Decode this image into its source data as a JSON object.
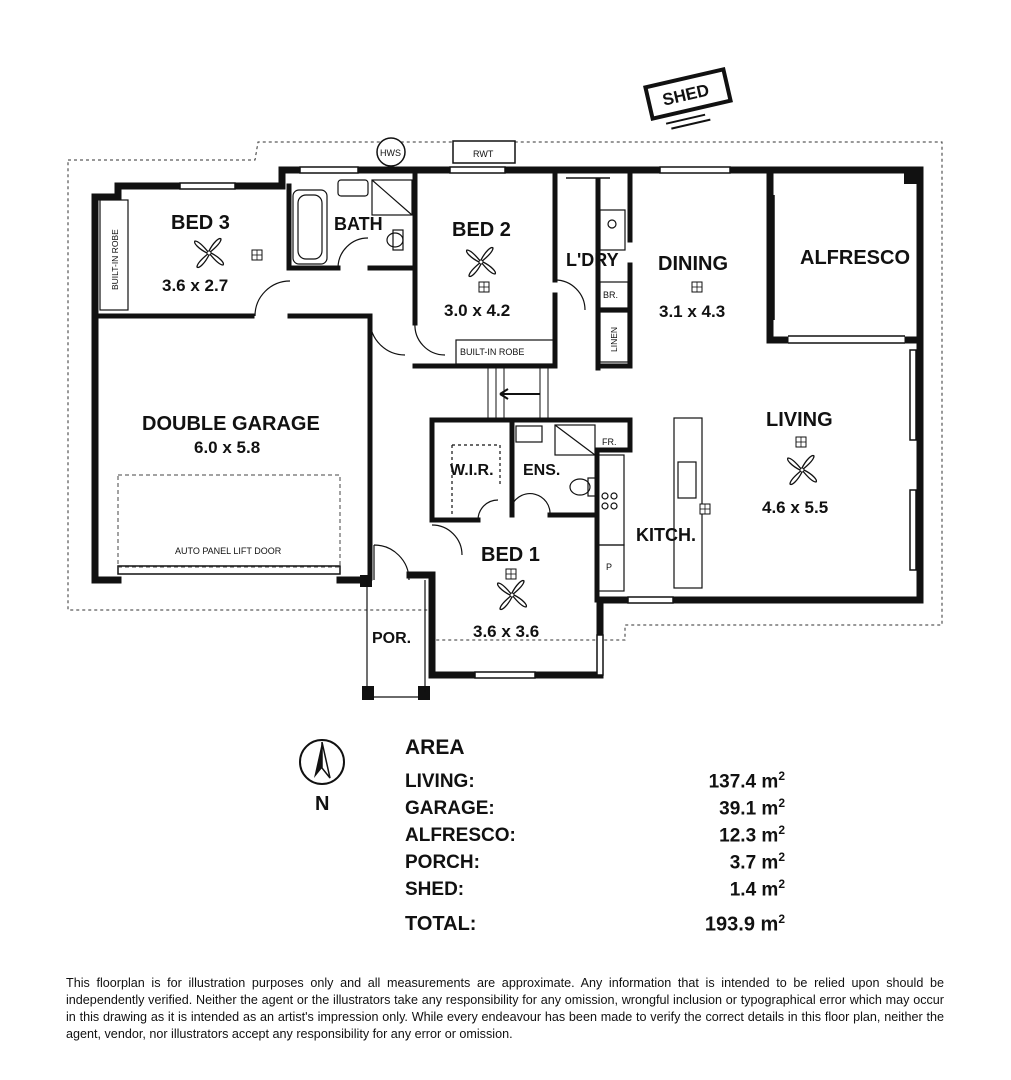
{
  "rooms": {
    "bed3": {
      "name": "BED 3",
      "size": "3.6 x 2.7"
    },
    "bath": {
      "name": "BATH"
    },
    "bed2": {
      "name": "BED 2",
      "size": "3.0 x 4.2"
    },
    "ldry": {
      "name": "L'DRY"
    },
    "dining": {
      "name": "DINING",
      "size": "3.1 x 4.3"
    },
    "alfresco": {
      "name": "ALFRESCO"
    },
    "garage": {
      "name": "DOUBLE GARAGE",
      "size": "6.0 x 5.8"
    },
    "living": {
      "name": "LIVING",
      "size": "4.6 x 5.5"
    },
    "wir": {
      "name": "W.I.R."
    },
    "ens": {
      "name": "ENS."
    },
    "kitch": {
      "name": "KITCH."
    },
    "bed1": {
      "name": "BED 1",
      "size": "3.6 x 3.6"
    },
    "porch": {
      "name": "POR."
    },
    "shed": {
      "name": "SHED"
    }
  },
  "small_labels": {
    "builtin_robe_bed3": "BUILT-IN ROBE",
    "builtin_robe_bed2": "BUILT-IN ROBE",
    "hws": "HWS",
    "rwt": "RWT",
    "br": "BR.",
    "linen": "LINEN",
    "fr": "FR.",
    "pantry": "P",
    "garage_door": "AUTO PANEL LIFT DOOR"
  },
  "compass": {
    "label": "N"
  },
  "area": {
    "title": "AREA",
    "rows": [
      {
        "label": "LIVING:",
        "value": "137.4 m",
        "unit_sup": "2"
      },
      {
        "label": "GARAGE:",
        "value": "39.1 m",
        "unit_sup": "2"
      },
      {
        "label": "ALFRESCO:",
        "value": "12.3 m",
        "unit_sup": "2"
      },
      {
        "label": "PORCH:",
        "value": "3.7 m",
        "unit_sup": "2"
      },
      {
        "label": "SHED:",
        "value": "1.4 m",
        "unit_sup": "2"
      }
    ],
    "total": {
      "label": "TOTAL:",
      "value": "193.9 m",
      "unit_sup": "2"
    }
  },
  "disclaimer": "This floorplan is for illustration purposes only and all measurements are approximate. Any information that is intended to be relied upon should be independently verified. Neither the agent or the illustrators take any responsibility for any omission, wrongful inclusion or typographical error which may occur in this drawing as it is intended as an artist's impression only. While every endeavour has been made to verify the correct details in this floor plan, neither the agent, vendor, nor illustrators accept any responsibility for any error or omission."
}
